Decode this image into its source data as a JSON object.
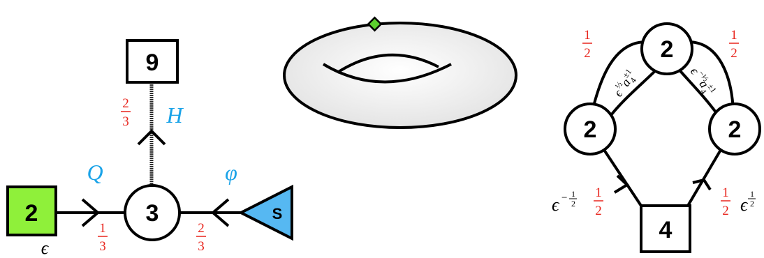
{
  "left_quiver": {
    "flavor_node": "2",
    "gauge_node": "3",
    "top_node": "9",
    "s_node": "S",
    "epsilon": "ϵ",
    "labels": {
      "Q": "Q",
      "H": "H",
      "phi": "φ"
    },
    "charges": {
      "Q": {
        "num": "1",
        "den": "3"
      },
      "H": {
        "num": "2",
        "den": "3"
      },
      "phi": {
        "num": "2",
        "den": "3"
      }
    },
    "colors": {
      "flavor_fill": "#8ff03a",
      "s_fill": "#56b8f2",
      "label_blue": "#1aa3e8",
      "charge_red": "#e8241c"
    }
  },
  "torus": {
    "marker_color": "#5cd12e",
    "body_color": "#ececec"
  },
  "right_quiver": {
    "top_node": "2",
    "left_node": "2",
    "right_node": "2",
    "flavor_node": "4",
    "charges": {
      "top_left": {
        "num": "1",
        "den": "2"
      },
      "top_right": {
        "num": "1",
        "den": "2"
      },
      "bottom_left": {
        "num": "1",
        "den": "2"
      },
      "bottom_right": {
        "num": "1",
        "den": "2"
      }
    },
    "bottom_left_label": {
      "base": "ϵ",
      "sign": "−",
      "num": "1",
      "den": "2"
    },
    "bottom_right_label": {
      "base": "ϵ",
      "num": "1",
      "den": "2"
    },
    "edge_left": {
      "base": "ϵ",
      "exp": "½",
      "a": "a",
      "a_sub": "4",
      "a_exp": "±1"
    },
    "edge_right": {
      "base": "ϵ",
      "exp": "−½",
      "a": "a",
      "a_sub": "4",
      "a_exp": "±1"
    }
  }
}
